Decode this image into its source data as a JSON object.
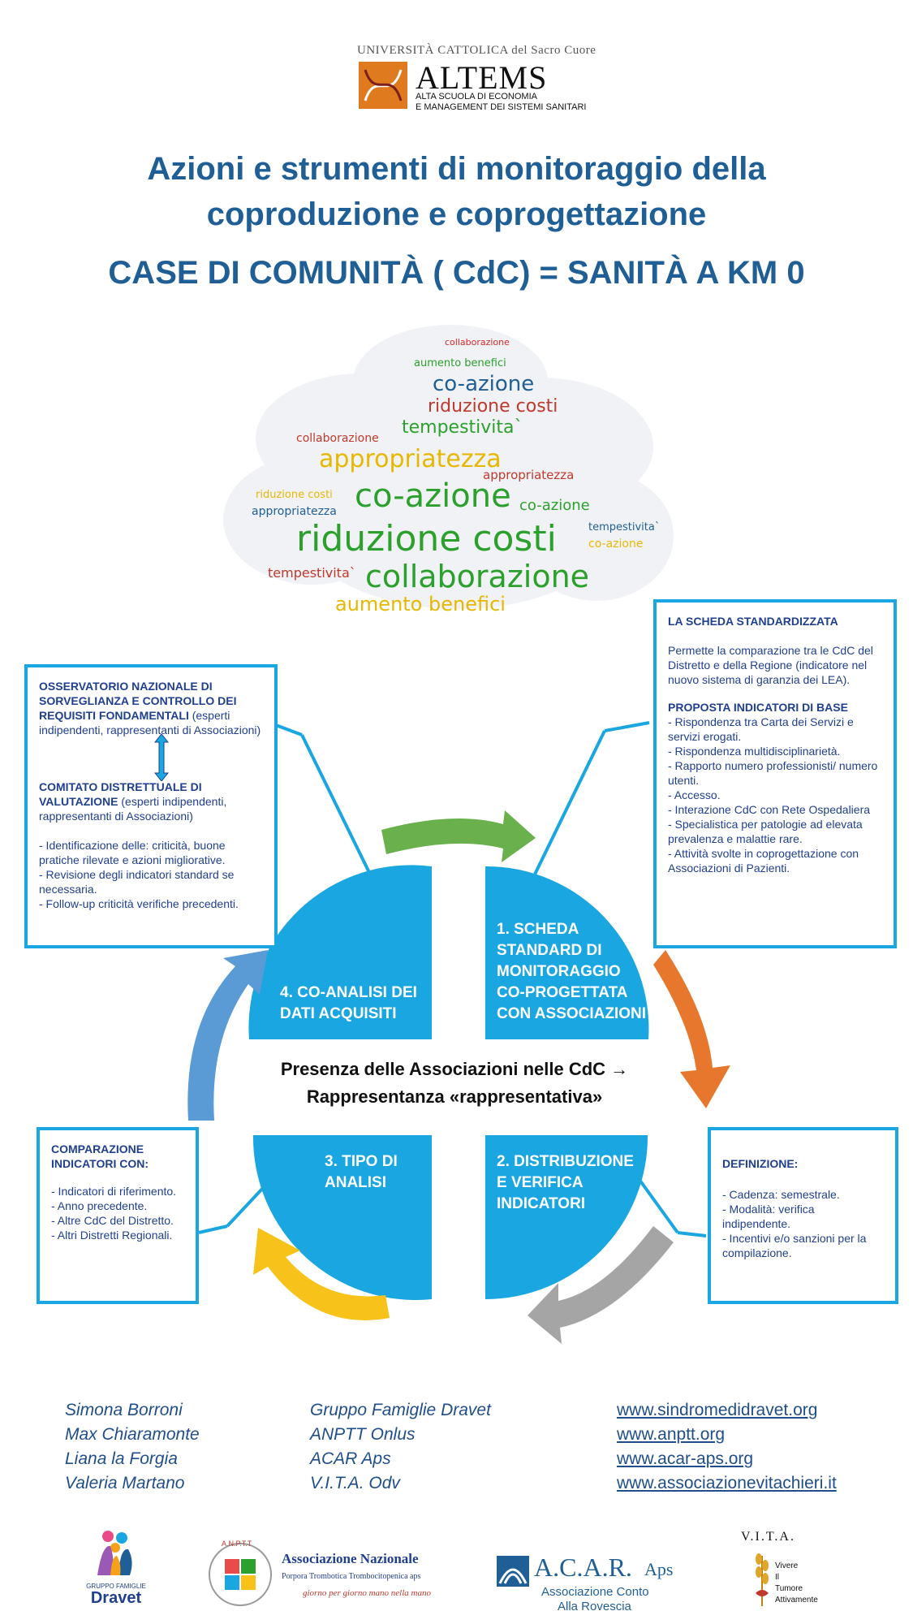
{
  "header": {
    "university": "UNIVERSITÀ CATTOLICA del Sacro Cuore",
    "brand": "ALTEMS",
    "brand_sub1": "ALTA SCUOLA DI ECONOMIA",
    "brand_sub2": "E MANAGEMENT DEI SISTEMI SANITARI"
  },
  "title": {
    "line1": "Azioni e strumenti di monitoraggio della",
    "line2": "coproduzione e coprogettazione",
    "subtitle": "CASE DI COMUNITÀ ( CdC) = SANITÀ A KM 0"
  },
  "wordcloud": [
    {
      "text": "collaborazione",
      "color": "#d62728"
    },
    {
      "text": "aumento benefici",
      "color": "#2ca02c"
    },
    {
      "text": "co-azione",
      "color": "#1f5f96"
    },
    {
      "text": "riduzione costi",
      "color": "#c0392b"
    },
    {
      "text": "tempestivita`",
      "color": "#2ca02c"
    },
    {
      "text": "appropriatezza",
      "color": "#e6b800"
    },
    {
      "text": "co-azione",
      "color": "#2ca02c"
    },
    {
      "text": "riduzione costi",
      "color": "#2ca02c"
    },
    {
      "text": "collaborazione",
      "color": "#2ca02c"
    },
    {
      "text": "aumento benefici",
      "color": "#e6b800"
    },
    {
      "text": "appropriatezza",
      "color": "#1f5f96"
    },
    {
      "text": "tempestivita`",
      "color": "#c0392b"
    },
    {
      "text": "co-azione",
      "color": "#2ca02c"
    },
    {
      "text": "riduzione costi",
      "color": "#e6b800"
    },
    {
      "text": "collaborazione",
      "color": "#c0392b"
    },
    {
      "text": "appropriatezza",
      "color": "#c0392b"
    },
    {
      "text": "tempestivita`",
      "color": "#1f5f96"
    },
    {
      "text": "co-azione",
      "color": "#e6b800"
    }
  ],
  "boxes": {
    "left": {
      "h1": "OSSERVATORIO NAZIONALE DI SORVEGLIANZA E CONTROLLO DEI REQUISITI FONDAMENTALI",
      "h1_rest": " (esperti indipendenti, rappresentanti di Associazioni)",
      "h2": "COMITATO DISTRETTUALE DI VALUTAZIONE",
      "h2_rest": " (esperti indipendenti, rappresentanti di Associazioni)",
      "items": [
        "- Identificazione delle: criticità, buone pratiche rilevate e azioni migliorative.",
        "- Revisione degli indicatori standard se necessaria.",
        "- Follow-up criticità verifiche precedenti."
      ]
    },
    "right": {
      "h1": "LA SCHEDA STANDARDIZZATA",
      "p1": "Permette la comparazione tra le CdC del Distretto e della Regione (indicatore nel nuovo sistema di garanzia dei LEA).",
      "h2": "PROPOSTA INDICATORI DI BASE",
      "items": [
        "- Rispondenza tra Carta dei Servizi e servizi erogati.",
        "- Rispondenza  multidisciplinarietà.",
        "- Rapporto numero professionisti/ numero utenti.",
        "- Accesso.",
        "- Interazione CdC con Rete Ospedaliera",
        "- Specialistica per patologie ad elevata prevalenza e malattie rare.",
        "- Attività svolte in coprogettazione con Associazioni di Pazienti."
      ]
    },
    "bottom_left": {
      "h1": "COMPARAZIONE INDICATORI CON:",
      "items": [
        "- Indicatori di riferimento.",
        "- Anno precedente.",
        "- Altre CdC del Distretto.",
        "- Altri Distretti Regionali."
      ]
    },
    "bottom_right": {
      "h1": "DEFINIZIONE:",
      "items": [
        "- Cadenza: semestrale.",
        "- Modalità: verifica indipendente.",
        "- Incentivi e/o sanzioni per la compilazione."
      ]
    }
  },
  "cycle": {
    "seg1": "1. SCHEDA STANDARD DI MONITORAGGIO CO-PROGETTATA CON ASSOCIAZIONI",
    "seg2": "2. DISTRIBUZIONE E VERIFICA INDICATORI",
    "seg3": "3.  TIPO DI ANALISI",
    "seg4": "4.  CO-ANALISI DEI DATI ACQUISITI",
    "center1": "Presenza delle Associazioni nelle CdC →",
    "center2": "Rappresentanza «rappresentativa»",
    "colors": {
      "blue": "#1aa6e0",
      "green": "#6ab04c",
      "orange": "#e8772e",
      "gray": "#a5a5a5",
      "yellow": "#f7c21a",
      "steel": "#5b9bd5"
    }
  },
  "credits": {
    "names": [
      "Simona Borroni",
      "Max Chiaramonte",
      "Liana la Forgia",
      "Valeria Martano"
    ],
    "orgs": [
      "Gruppo Famiglie Dravet",
      "ANPTT Onlus",
      "ACAR Aps",
      "V.I.T.A. Odv"
    ],
    "links": [
      "www.sindromedidravet.org",
      "www.anptt.org",
      "www.acar-aps.org",
      "www.associazionevitachieri.it"
    ]
  },
  "logos": {
    "dravet_small": "GRUPPO FAMIGLIE",
    "dravet_big": "Dravet",
    "anptt_badge": "A.N.P.T.T",
    "anptt_title": "Associazione Nazionale",
    "anptt_sub": "Porpora Trombotica Trombocitopenica aps",
    "anptt_motto": "giorno per giorno mano nella mano",
    "acar_title": "A.C.A.R.",
    "acar_aps": "Aps",
    "acar_sub1": "Associazione Conto",
    "acar_sub2": "Alla Rovescia",
    "vita_title": "V.I.T.A.",
    "vita_l1": "Vivere",
    "vita_l2": "Il",
    "vita_l3": "Tumore",
    "vita_l4": "Attivamente"
  }
}
